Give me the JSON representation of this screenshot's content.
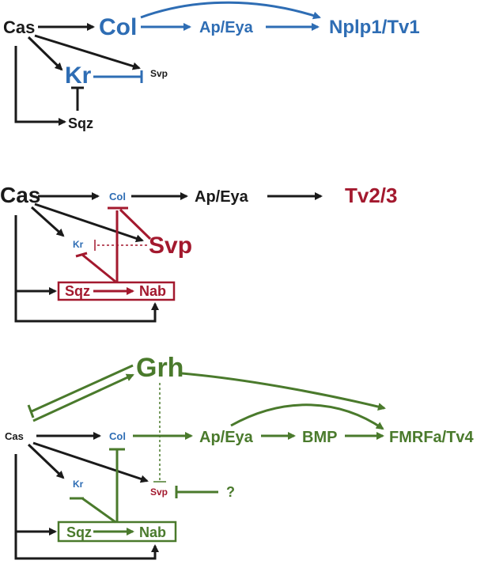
{
  "colors": {
    "black": "#1a1a1a",
    "blue": "#2e6db4",
    "red": "#a3192e",
    "green": "#4a7a2c"
  },
  "panel1": {
    "cas": "Cas",
    "col": "Col",
    "ap_eya": "Ap/Eya",
    "target": "Nplp1/Tv1",
    "kr": "Kr",
    "svp": "Svp",
    "sqz": "Sqz"
  },
  "panel2": {
    "cas": "Cas",
    "col": "Col",
    "ap_eya": "Ap/Eya",
    "target": "Tv2/3",
    "kr": "Kr",
    "svp": "Svp",
    "sqz": "Sqz",
    "nab": "Nab"
  },
  "panel3": {
    "grh": "Grh",
    "cas": "Cas",
    "col": "Col",
    "ap_eya": "Ap/Eya",
    "bmp": "BMP",
    "target": "FMRFa/Tv4",
    "kr": "Kr",
    "svp": "Svp",
    "unknown": "?",
    "sqz": "Sqz",
    "nab": "Nab"
  }
}
